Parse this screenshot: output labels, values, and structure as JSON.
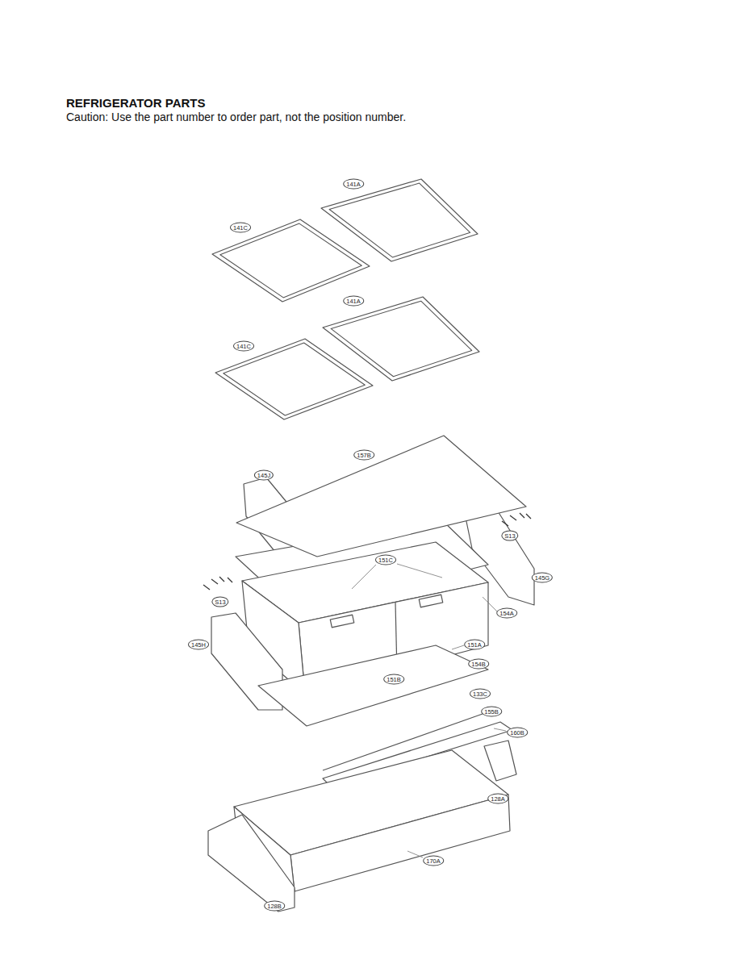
{
  "diagram": {
    "title": "REFRIGERATOR PARTS",
    "labels": [
      "Caution: Use the part number to order part, not the position number.",
      "141A",
      "141C",
      "141A",
      "141C",
      "157B",
      "145J",
      "S13",
      "151C",
      "145G",
      "S13",
      "154A",
      "145H",
      "151A",
      "151B",
      "154B",
      "133C",
      "155B",
      "160B",
      "128A",
      "170A",
      "128B"
    ]
  }
}
